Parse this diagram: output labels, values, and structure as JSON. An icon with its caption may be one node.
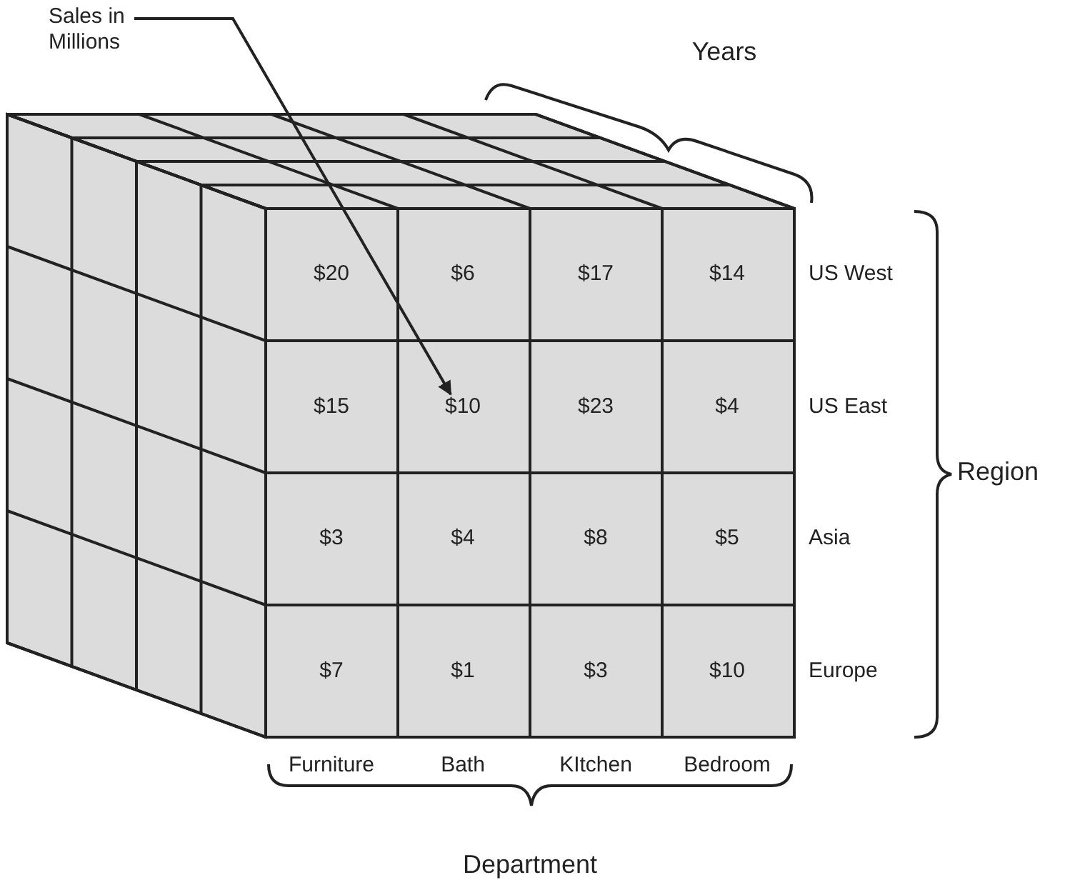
{
  "diagram": {
    "nodes": [
      {
        "text": [
          "Sales in Millions"
        ]
      },
      {
        "text": [
          "$10"
        ]
      }
    ],
    "edges": [
      {
        "from": 0,
        "to": 1,
        "arrow": "to"
      }
    ],
    "labels": [
      "Years",
      "$20",
      "$6",
      "$17",
      "$14",
      "US West",
      "$15",
      "$23",
      "$4",
      "US East",
      "Region",
      "$3",
      "$4",
      "$8",
      "$5",
      "Asia",
      "$7",
      "$1",
      "$3",
      "$10",
      "Europe",
      "Furniture",
      "Bath",
      "KItchen",
      "Bedroom",
      "Department"
    ]
  }
}
